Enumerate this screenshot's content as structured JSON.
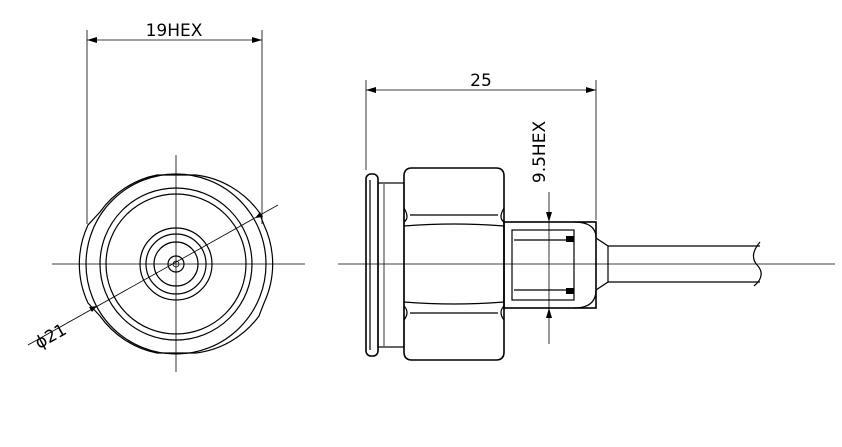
{
  "drawing": {
    "dim_hex19": "19HEX",
    "dim_dia21": "ϕ21",
    "dim_len25": "25",
    "dim_hex9_5": "9.5HEX"
  }
}
